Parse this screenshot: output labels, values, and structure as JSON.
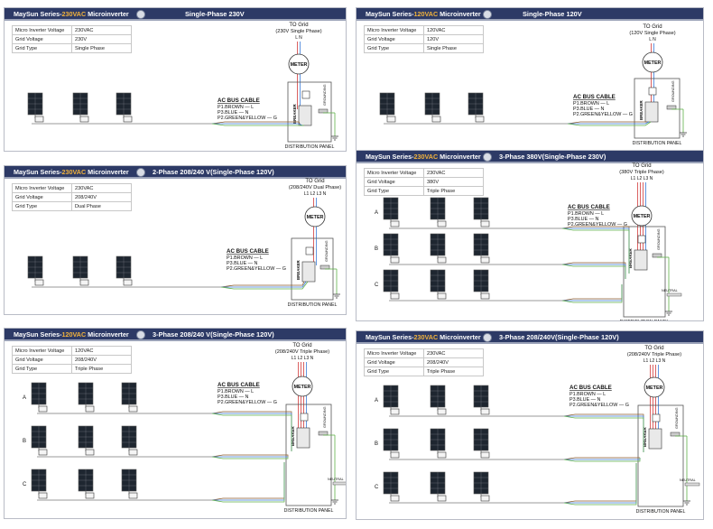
{
  "panels": [
    {
      "series_prefix": "MaySun Series-",
      "series_voltage": "230VAC",
      "series_suffix": " Microinverter",
      "title": "Single-Phase 230V",
      "specs": [
        {
          "key": "Micro Inverter Voltage",
          "value": "230VAC"
        },
        {
          "key": "Grid  Voltage",
          "value": "230V"
        },
        {
          "key": "Grid Type",
          "value": "Single Phase"
        }
      ],
      "to_grid": "TO Grid",
      "grid_desc": "(230V Single Phase)",
      "wire_label": "L N",
      "meter": "METER",
      "cable_title": "AC BUS CABLE",
      "cable_lines": [
        "P1.BROWN — L",
        "P3.BLUE — N",
        "P2.GREEN&YELLOW — G"
      ],
      "breaker": "BREAKER",
      "grounding": "GROUNDING",
      "panel_label": "DISTRIBUTION PANEL",
      "rows": []
    },
    {
      "series_prefix": "MaySun Series-",
      "series_voltage": "120VAC",
      "series_suffix": " Microinverter",
      "title": "Single-Phase 120V",
      "specs": [
        {
          "key": "Micro Inverter Voltage",
          "value": "120VAC"
        },
        {
          "key": "Grid  Voltage",
          "value": "120V"
        },
        {
          "key": "Grid Type",
          "value": "Single Phase"
        }
      ],
      "to_grid": "TO Grid",
      "grid_desc": "(120V Single Phase)",
      "wire_label": "L N",
      "meter": "METER",
      "cable_title": "AC BUS CABLE",
      "cable_lines": [
        "P1.BROWN — L",
        "P3.BLUE — N",
        "P2.GREEN&YELLOW — G"
      ],
      "breaker": "BREAKER",
      "grounding": "GROUNDING",
      "panel_label": "DISTRIBUTION PANEL",
      "rows": []
    },
    {
      "series_prefix": "MaySun Series-",
      "series_voltage": "230VAC",
      "series_suffix": " Microinverter",
      "title": "2-Phase 208/240 V(Single-Phase 120V)",
      "specs": [
        {
          "key": "Micro Inverter Voltage",
          "value": "230VAC"
        },
        {
          "key": "Grid  Voltage",
          "value": "208/240V"
        },
        {
          "key": "Grid Type",
          "value": "Dual Phase"
        }
      ],
      "to_grid": "TO Grid",
      "grid_desc": "(208/240V Dual Phase)",
      "wire_label": "L1 L2 L3 N",
      "meter": "METER",
      "cable_title": "AC BUS CABLE",
      "cable_lines": [
        "P1.BROWN — L",
        "P3.BLUE — N",
        "P2.GREEN&YELLOW — G"
      ],
      "breaker": "BREAKER",
      "grounding": "GROUNDING",
      "panel_label": "DISTRIBUTION PANEL",
      "rows": []
    },
    {
      "series_prefix": "MaySun Series-",
      "series_voltage": "230VAC",
      "series_suffix": " Microinverter",
      "title": "3-Phase 380V(Single-Phase 230V)",
      "specs": [
        {
          "key": "Micro Inverter Voltage",
          "value": "230VAC"
        },
        {
          "key": "Grid  Voltage",
          "value": "380V"
        },
        {
          "key": "Grid Type",
          "value": "Triple Phase"
        }
      ],
      "to_grid": "TO Grid",
      "grid_desc": "(380V Triple Phase)",
      "wire_label": "L1 L2 L3 N",
      "meter": "METER",
      "cable_title": "AC BUS CABLE",
      "cable_lines": [
        "P1.BROWN — L",
        "P3.BLUE — N",
        "P2.GREEN&YELLOW — G"
      ],
      "breaker": "BREAKER",
      "neutral": "NEUTRAL",
      "grounding": "GROUNDING",
      "panel_label": "DISTRIBUTION PANEL",
      "rows": [
        "A",
        "B",
        "C"
      ]
    },
    {
      "series_prefix": "MaySun Series-",
      "series_voltage": "120VAC",
      "series_suffix": " Microinverter",
      "title": "3-Phase 208/240 V(Single-Phase 120V)",
      "specs": [
        {
          "key": "Micro Inverter Voltage",
          "value": "120VAC"
        },
        {
          "key": "Grid  Voltage",
          "value": "208/240V"
        },
        {
          "key": "Grid Type",
          "value": "Triple Phase"
        }
      ],
      "to_grid": "TO Grid",
      "grid_desc": "(208/240V Triple Phase)",
      "wire_label": "L1 L2 L3 N",
      "meter": "METER",
      "cable_title": "AC BUS CABLE",
      "cable_lines": [
        "P1.BROWN — L",
        "P3.BLUE — N",
        "P2.GREEN&YELLOW — G"
      ],
      "breaker": "BREAKER",
      "neutral": "NEUTRAL",
      "grounding": "GROUNDING",
      "panel_label": "DISTRIBUTION PANEL",
      "rows": [
        "A",
        "B",
        "C"
      ]
    },
    {
      "series_prefix": "MaySun Series-",
      "series_voltage": "230VAC",
      "series_suffix": " Microinverter",
      "title": "3-Phase 208/240V(Single-Phase 120V)",
      "specs": [
        {
          "key": "Micro Inverter Voltage",
          "value": "230VAC"
        },
        {
          "key": "Grid  Voltage",
          "value": "208/240V"
        },
        {
          "key": "Grid Type",
          "value": "Triple Phase"
        }
      ],
      "to_grid": "TO Grid",
      "grid_desc": "(208/240V Triple Phase)",
      "wire_label": "L1 L2 L3 N",
      "meter": "METER",
      "cable_title": "AC BUS CABLE",
      "cable_lines": [
        "P1.BROWN — L",
        "P3.BLUE — N",
        "P2.GREEN&YELLOW — G"
      ],
      "breaker": "BREAKER",
      "neutral": "NEUTRAL",
      "grounding": "GROUNDING",
      "panel_label": "DISTRIBUTION PANEL",
      "rows": [
        "A",
        "B",
        "C"
      ]
    }
  ],
  "colors": {
    "header_bg": "#2d3a66",
    "highlight": "#f2b33d",
    "wire_brown": "#8b5a2b",
    "wire_blue": "#3b7bd8",
    "wire_green": "#5fb04a",
    "wire_red": "#d23a3a",
    "wire_gray": "#777777"
  }
}
